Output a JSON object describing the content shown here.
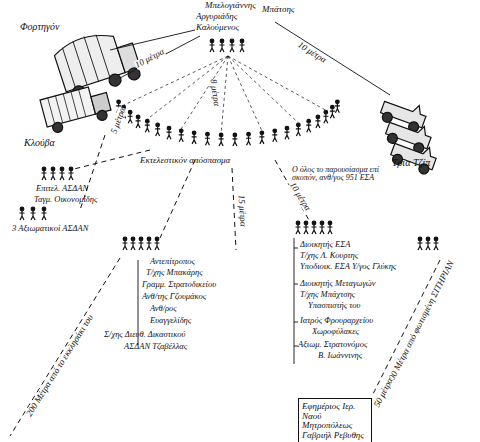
{
  "diagram": {
    "nodes": [
      {
        "text": [
          "Εφημέριος Ιερ. Ναού Μητροπόλεως Γαβριήλ Ρεβυθης"
        ]
      }
    ],
    "labels": [
      "Μπελογιάννης",
      "Αργυριάδης",
      "Καλούμενος",
      "Μπάτσης",
      "Φορτηγόν",
      "10 μέτρα",
      "8 μέτρα",
      "10 μέτρα",
      "Κλούβα",
      "5 μέτρα",
      "Εκτελεστικόν απόσπασμα",
      "Τρία Τζίπ",
      "Ο όλος το παρουσίασμα επί σκοπόν, ανθ/γος 951 ΕΣΑ",
      "Επιτελ. ΑΣΔΑΝ",
      "Ταγμ. Οικονομίδης",
      "3 Αξιωματικοί ΑΣΔΑΝ",
      "15 μέτρα",
      "10 μέτρα",
      "Αντεπίτροπος",
      "Τ/χης Μπακάρης",
      "Γραμμ. Στρατοδικείου",
      "Ανθ/της Γζουμάκος",
      "Ανθ/ρος",
      "Ευαγγελίδης",
      "Σ/χης Διευθ. Δικαστικού",
      "ΑΣΔΑΝ Τζαβέλλας",
      "200 Μέτρα από το εκκλησάκι του",
      "Διοικητής ΕΣΑ",
      "Τ/χης Λ. Κουρτης",
      "Υποδιοικ. ΕΣΑ Υ/γος Γλύκης",
      "Διοικητής Μεταγωγών",
      "Τ/χης Μπάχτσης",
      "Υπασπιστής του",
      "Ιατρός Φρουραρχείου",
      "Χωροφύλακες",
      "Αξιωμ. Στρατονόμος",
      "Β. Ιωάννινης",
      "500 Μέτρα από φωτισμένη ΣΙΤΗΡΙΑΝ",
      "50 μέτρα"
    ]
  }
}
